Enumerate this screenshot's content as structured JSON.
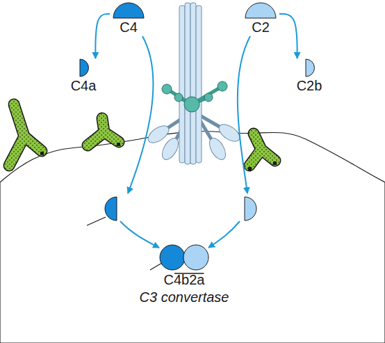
{
  "diagram": {
    "nodes": [
      {
        "text": [
          "C4"
        ]
      },
      {
        "text": [
          "C2"
        ]
      },
      {
        "text": [
          "C4a"
        ]
      },
      {
        "text": [
          "C2b"
        ]
      },
      {
        "text": [
          "C4b2a",
          "C3 convertase"
        ]
      }
    ],
    "edges": [
      {
        "from": 0,
        "to": 2,
        "arrow": "to"
      },
      {
        "from": 1,
        "to": 3,
        "arrow": "to"
      }
    ]
  }
}
